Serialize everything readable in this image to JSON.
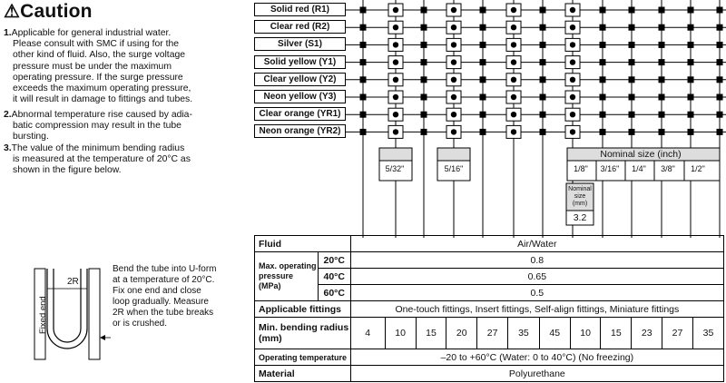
{
  "caution": {
    "title": "Caution",
    "notes": [
      {
        "num": "1.",
        "lines": [
          "Applicable for general industrial water.",
          "Please consult with SMC if using for the",
          "other kind of fluid. Also, the surge voltage",
          "pressure must be under the maximum",
          "operating pressure. If the surge pressure",
          "exceeds the maximum operating pressure,",
          "it will result in damage to fittings and tubes."
        ]
      },
      {
        "num": "2.",
        "lines": [
          "Abnormal temperature rise caused by adia-",
          "batic compression may result in the tube",
          "bursting."
        ]
      },
      {
        "num": "3.",
        "lines": [
          "The value of the minimum bending radius",
          "is measured at the temperature of 20°C as",
          "shown in the figure below."
        ]
      }
    ]
  },
  "figure": {
    "fixed_end": "Fixed end",
    "radius_label": "2R",
    "instructions": [
      "Bend the tube into U-form",
      "at a temperature of 20°C.",
      "Fix one end and close",
      "loop gradually. Measure",
      "2R when the tube breaks",
      "or is crushed."
    ]
  },
  "colors": [
    "Solid red (R1)",
    "Clear red (R2)",
    "Silver (S1)",
    "Solid yellow (Y1)",
    "Clear yellow (Y2)",
    "Neon yellow (Y3)",
    "Clear orange (YR1)",
    "Neon orange (YR2)"
  ],
  "sizes": {
    "size_5_32": "5/32\"",
    "size_5_16": "5/16\"",
    "nominal_inch_title": "Nominal size (inch)",
    "inch_sizes": [
      "1/8\"",
      "3/16\"",
      "1/4\"",
      "3/8\"",
      "1/2\""
    ],
    "nominal_mm_title": "Nominal size (mm)",
    "nominal_mm_value": "3.2"
  },
  "table": {
    "fluid_label": "Fluid",
    "fluid_value": "Air/Water",
    "pressure_label": "Max. operating pressure (MPa)",
    "pressure_rows": [
      {
        "temp": "20°C",
        "value": "0.8"
      },
      {
        "temp": "40°C",
        "value": "0.65"
      },
      {
        "temp": "60°C",
        "value": "0.5"
      }
    ],
    "fittings_label": "Applicable fittings",
    "fittings_value": "One-touch fittings, Insert fittings, Self-align fittings, Miniature fittings",
    "bending_label": "Min. bending radius (mm)",
    "bending_values": [
      "4",
      "10",
      "15",
      "20",
      "27",
      "35",
      "45",
      "10",
      "15",
      "23",
      "27",
      "35"
    ],
    "optemp_label": "Operating temperature",
    "optemp_value": "–20 to +60°C (Water: 0 to 40°C) (No freezing)",
    "material_label": "Material",
    "material_value": "Polyurethane"
  }
}
